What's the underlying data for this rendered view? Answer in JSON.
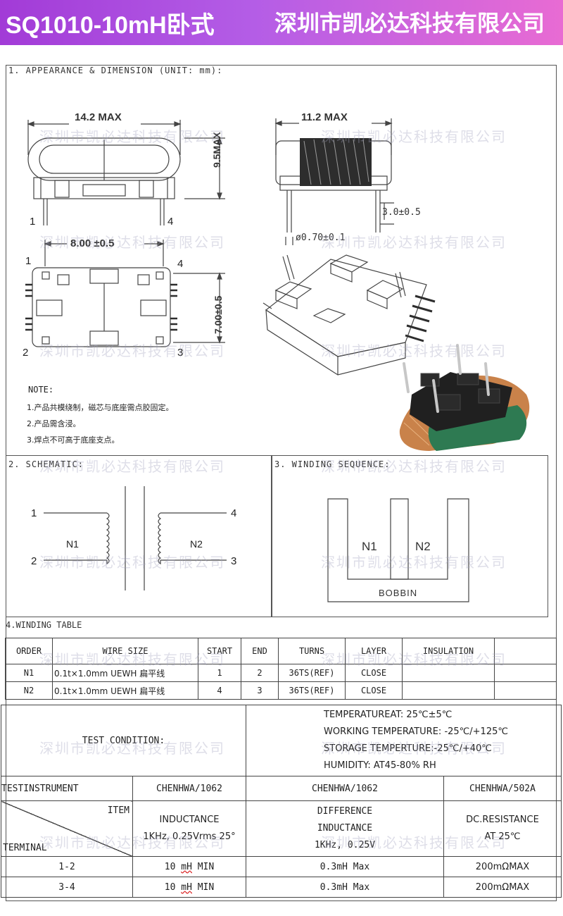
{
  "banner": {
    "title": "SQ1010-10mH卧式",
    "company": "深圳市凯必达科技有限公司"
  },
  "watermark": "深圳市凯必达科技有限公司",
  "section1": {
    "title": "1.  APPEARANCE & DIMENSION (UNIT: mm):",
    "dims": {
      "width_max": "14.2 MAX",
      "height_max": "9.5MAX",
      "depth_max": "11.2 MAX",
      "pin_length": "3.0±0.5",
      "pin_dia": "ø0.70±0.1",
      "pin_pitch_x": "8.00 ±0.5",
      "pin_pitch_y": "7.00±0.5"
    },
    "pins": [
      "1",
      "2",
      "3",
      "4"
    ],
    "note_title": "NOTE:",
    "notes": [
      "1.产品共模绕制，磁芯与底座需点胶固定。",
      "2.产品需含浸。",
      "3.焊点不可高于底座支点。"
    ]
  },
  "section2": {
    "title": "2.  SCHEMATIC:",
    "windings": [
      "N1",
      "N2"
    ],
    "pins": [
      "1",
      "2",
      "3",
      "4"
    ]
  },
  "section3": {
    "title": "3.  WINDING SEQUENCE:",
    "windings": [
      "N1",
      "N2"
    ],
    "bobbin": "BOBBIN"
  },
  "section4": {
    "title": "4.WINDING   TABLE",
    "headers": [
      "ORDER",
      "WIRE SIZE",
      "START",
      "END",
      "TURNS",
      "LAYER",
      "INSULATION"
    ],
    "rows": [
      [
        "N1",
        "0.1t×1.0mm UEWH 扁平线",
        "1",
        "2",
        "36TS(REF)",
        "CLOSE",
        ""
      ],
      [
        "N2",
        "0.1t×1.0mm UEWH 扁平线",
        "4",
        "3",
        "36TS(REF)",
        "CLOSE",
        ""
      ]
    ]
  },
  "test": {
    "condition_label": "TEST CONDITION:",
    "conditions": [
      "TEMPERATUREAT:  25℃±5℃",
      "WORKING TEMPERATURE: -25℃/+125℃",
      "STORAGE TEMPERTURE:-25℃/+40℃",
      "HUMIDITY: AT45-80% RH"
    ],
    "instrument_label": "TESTINSTRUMENT",
    "instruments": [
      "CHENHWA/1062",
      "CHENHWA/1062",
      "CHENHWA/502A"
    ],
    "item_label": "ITEM",
    "terminal_label": "TERMINAL",
    "items": [
      [
        "INDUCTANCE",
        "1KHz, 0.25Vrms 25°"
      ],
      [
        "DIFFERENCE",
        "INDUCTANCE",
        "1KHz, 0.25V"
      ],
      [
        "DC.RESISTANCE",
        "AT 25℃"
      ]
    ],
    "rows": [
      {
        "terminal": "1-2",
        "ind_val": "10",
        "ind_unit": "mH",
        "ind_limit": "MIN",
        "diff": "0.3mH Max",
        "dcr": "200mΩMAX"
      },
      {
        "terminal": "3-4",
        "ind_val": "10",
        "ind_unit": "mH",
        "ind_limit": "MIN",
        "diff": "0.3mH Max",
        "dcr": "200mΩMAX"
      }
    ]
  }
}
